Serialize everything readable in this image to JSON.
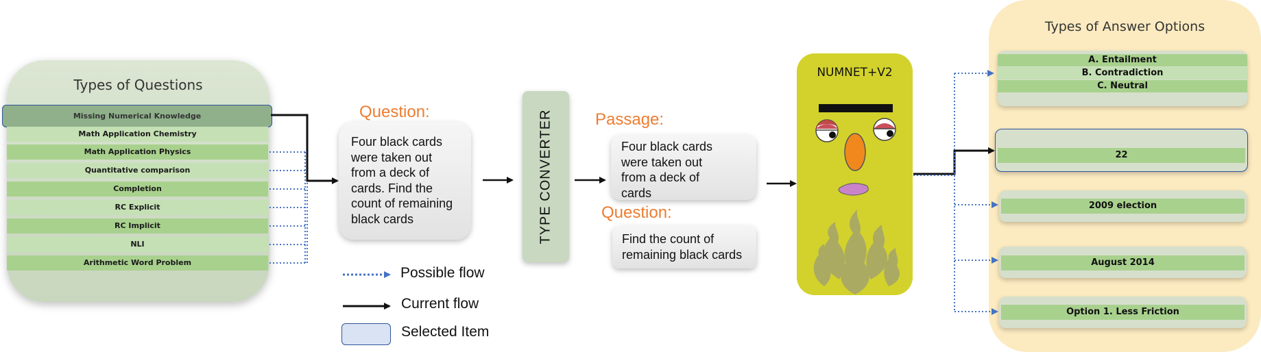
{
  "questions_panel": {
    "title": "Types of Questions",
    "items": [
      {
        "label": "Missing Numerical Knowledge",
        "selected": true
      },
      {
        "label": "Math Application Chemistry"
      },
      {
        "label": "Math Application Physics"
      },
      {
        "label": "Quantitative comparison"
      },
      {
        "label": "Completion"
      },
      {
        "label": "RC Explicit"
      },
      {
        "label": "RC Implicit"
      },
      {
        "label": "NLI"
      },
      {
        "label": "Arithmetic Word Problem"
      }
    ]
  },
  "input_question": {
    "label": "Question:",
    "text_lines": [
      "Four black cards",
      "were taken out",
      "from a deck of",
      "cards. Find the",
      "count of remaining",
      "black cards"
    ]
  },
  "type_converter": {
    "label": "TYPE CONVERTER"
  },
  "converted": {
    "passage_label": "Passage:",
    "passage_lines": [
      "Four black cards",
      "were taken out",
      "from a deck of",
      "cards"
    ],
    "question_label": "Question:",
    "question_lines": [
      "Find the count of",
      "remaining black cards"
    ]
  },
  "model": {
    "title": "NUMNET+V2"
  },
  "answers_panel": {
    "title": "Types of Answer Options",
    "nli_options": [
      "A. Entailment",
      "B. Contradiction",
      "C. Neutral"
    ],
    "selected_answer": "22",
    "other_answers": [
      "2009 election",
      "August 2014",
      "Option 1. Less Friction"
    ]
  },
  "legend": {
    "possible_flow": "Possible flow",
    "current_flow": "Current flow",
    "selected_item": "Selected Item"
  },
  "colors": {
    "row_dark": "#a9d18e",
    "row_light": "#c5e0b4",
    "selection_border": "#2f5597",
    "dotted_flow": "#4472c4",
    "orange_label": "#ed7d31",
    "model_bg": "#d3d22c",
    "answers_bg": "#fcebc0"
  }
}
